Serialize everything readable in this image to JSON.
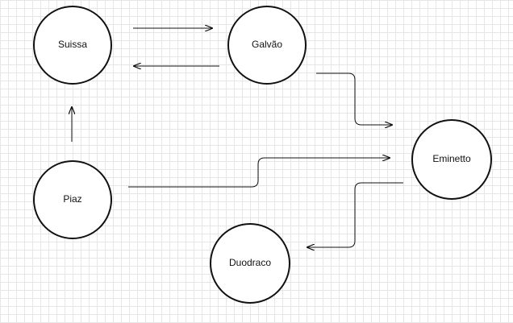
{
  "diagram": {
    "nodes": {
      "suissa": {
        "label": "Suissa"
      },
      "galvao": {
        "label": "Galvão"
      },
      "piaz": {
        "label": "Piaz"
      },
      "eminetto": {
        "label": "Eminetto"
      },
      "duodraco": {
        "label": "Duodraco"
      }
    },
    "edges": [
      {
        "from": "Suissa",
        "to": "Galvão"
      },
      {
        "from": "Galvão",
        "to": "Suissa"
      },
      {
        "from": "Piaz",
        "to": "Suissa"
      },
      {
        "from": "Galvão",
        "to": "Eminetto"
      },
      {
        "from": "Piaz",
        "to": "Eminetto"
      },
      {
        "from": "Eminetto",
        "to": "Duodraco"
      }
    ],
    "colors": {
      "stroke": "#111111",
      "grid": "#e6e6e6",
      "background": "#ffffff"
    }
  }
}
